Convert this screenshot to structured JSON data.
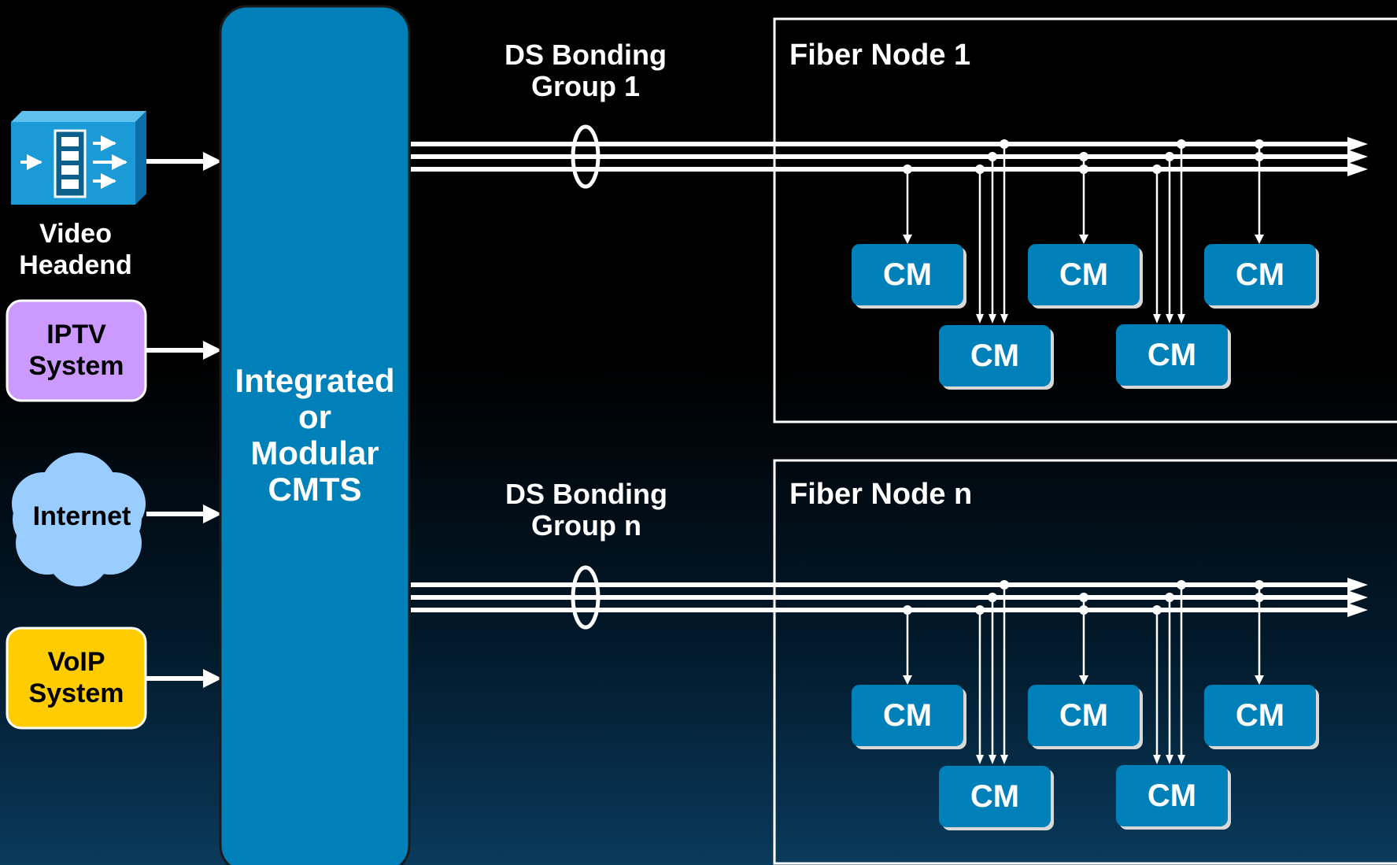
{
  "source": {
    "video_headend": {
      "line1": "Video",
      "line2": "Headend"
    },
    "iptv": {
      "line1": "IPTV",
      "line2": "System",
      "color": "#cc99ff"
    },
    "internet": {
      "label": "Internet",
      "color": "#99ccff"
    },
    "voip": {
      "line1": "VoIP",
      "line2": "System",
      "color": "#ffcc00"
    }
  },
  "cmts": {
    "line1": "Integrated",
    "line2": "or",
    "line3": "Modular",
    "line4": "CMTS",
    "color": "#0080b8"
  },
  "bonding_groups": [
    {
      "line1": "DS Bonding",
      "line2": "Group 1"
    },
    {
      "line1": "DS Bonding",
      "line2": "Group n"
    }
  ],
  "fiber_nodes": [
    {
      "title": "Fiber Node 1"
    },
    {
      "title": "Fiber Node n"
    }
  ],
  "cable_modem": {
    "label": "CM",
    "color": "#0080b8"
  }
}
